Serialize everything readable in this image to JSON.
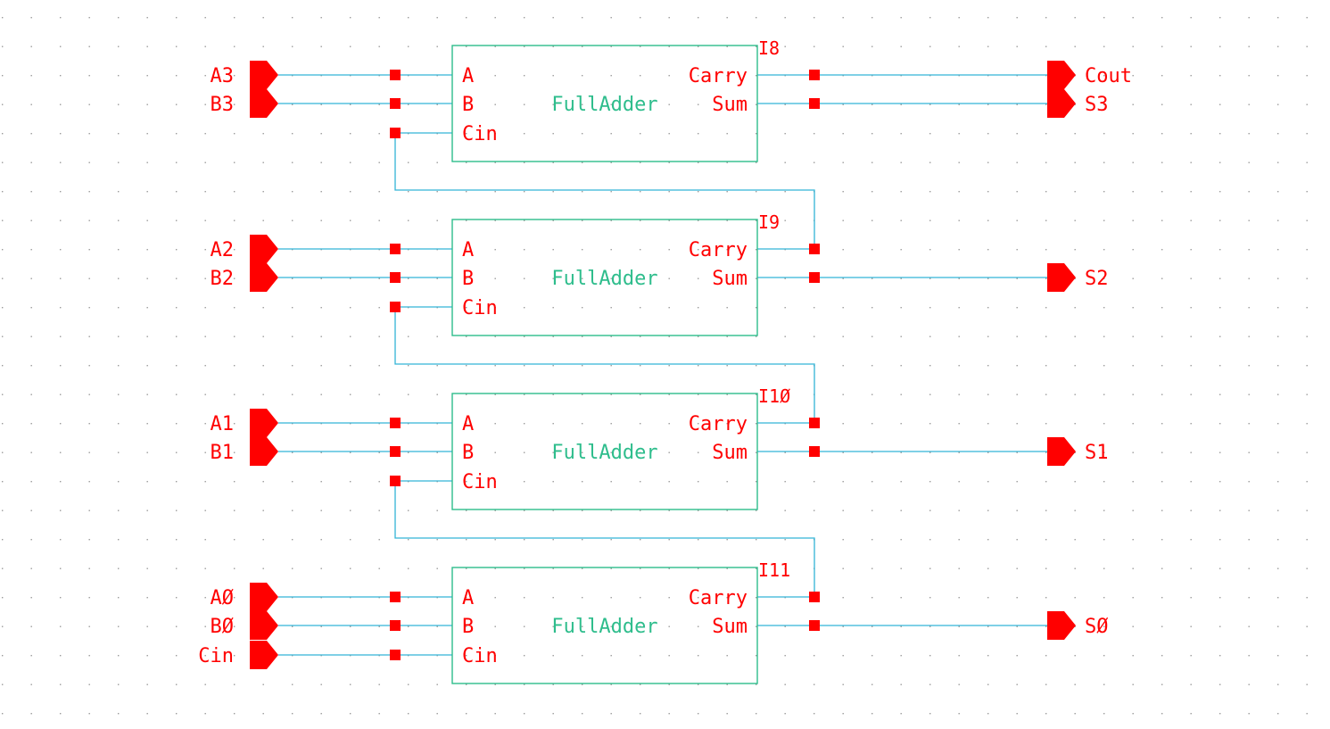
{
  "colors": {
    "background": "#ffffff",
    "grid_dot": "#9a9a9a",
    "wire": "#33b4d6",
    "block_outline": "#2ebd8c",
    "block_label": "#2ebd8c",
    "pin_and_text": "#ff0000"
  },
  "pin_names": {
    "a": "A",
    "b": "B",
    "cin": "Cin",
    "carry": "Carry",
    "sum": "Sum"
  },
  "blocks": [
    {
      "instance": "I8",
      "cell": "FullAdder",
      "inputs": [
        "A3",
        "B3"
      ],
      "sum_output": "S3",
      "carry_output": "Cout"
    },
    {
      "instance": "I9",
      "cell": "FullAdder",
      "inputs": [
        "A2",
        "B2"
      ],
      "sum_output": "S2"
    },
    {
      "instance": "I1Ø",
      "cell": "FullAdder",
      "inputs": [
        "A1",
        "B1"
      ],
      "sum_output": "S1"
    },
    {
      "instance": "I11",
      "cell": "FullAdder",
      "inputs": [
        "AØ",
        "BØ",
        "Cin"
      ],
      "sum_output": "SØ"
    }
  ],
  "icons": {
    "input_pin": "input-pin-icon",
    "output_pin": "output-pin-icon",
    "connection_point": "connection-square-icon"
  }
}
